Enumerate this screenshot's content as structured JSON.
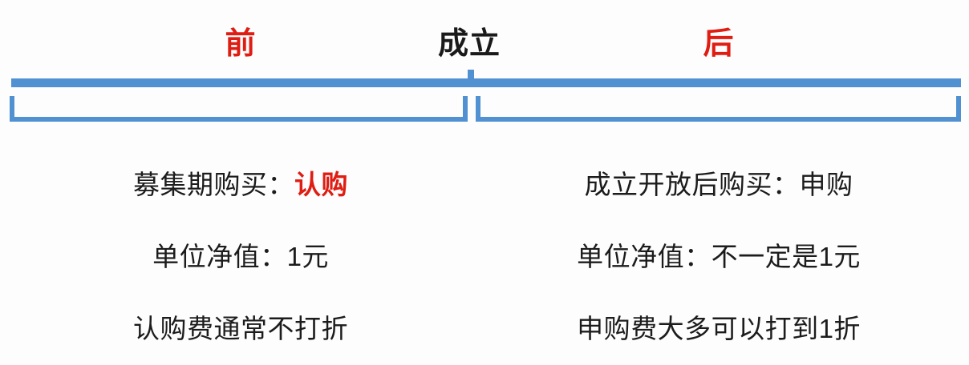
{
  "timeline": {
    "accent_color": "#5291d1",
    "highlight_color": "#df1d12",
    "text_color": "#1c1c1c",
    "background_color": "#fdfdfe",
    "labels": {
      "before": "前",
      "event": "成立",
      "after": "后"
    }
  },
  "comparison": {
    "rows": [
      {
        "left_prefix": "募集期购买：",
        "left_emphasis": "认购",
        "right_text": "成立开放后购买：申购"
      },
      {
        "left_prefix": "单位净值：1元",
        "left_emphasis": "",
        "right_text": "单位净值：不一定是1元"
      },
      {
        "left_prefix": "认购费通常不打折",
        "left_emphasis": "",
        "right_text": "申购费大多可以打到1折"
      }
    ]
  }
}
